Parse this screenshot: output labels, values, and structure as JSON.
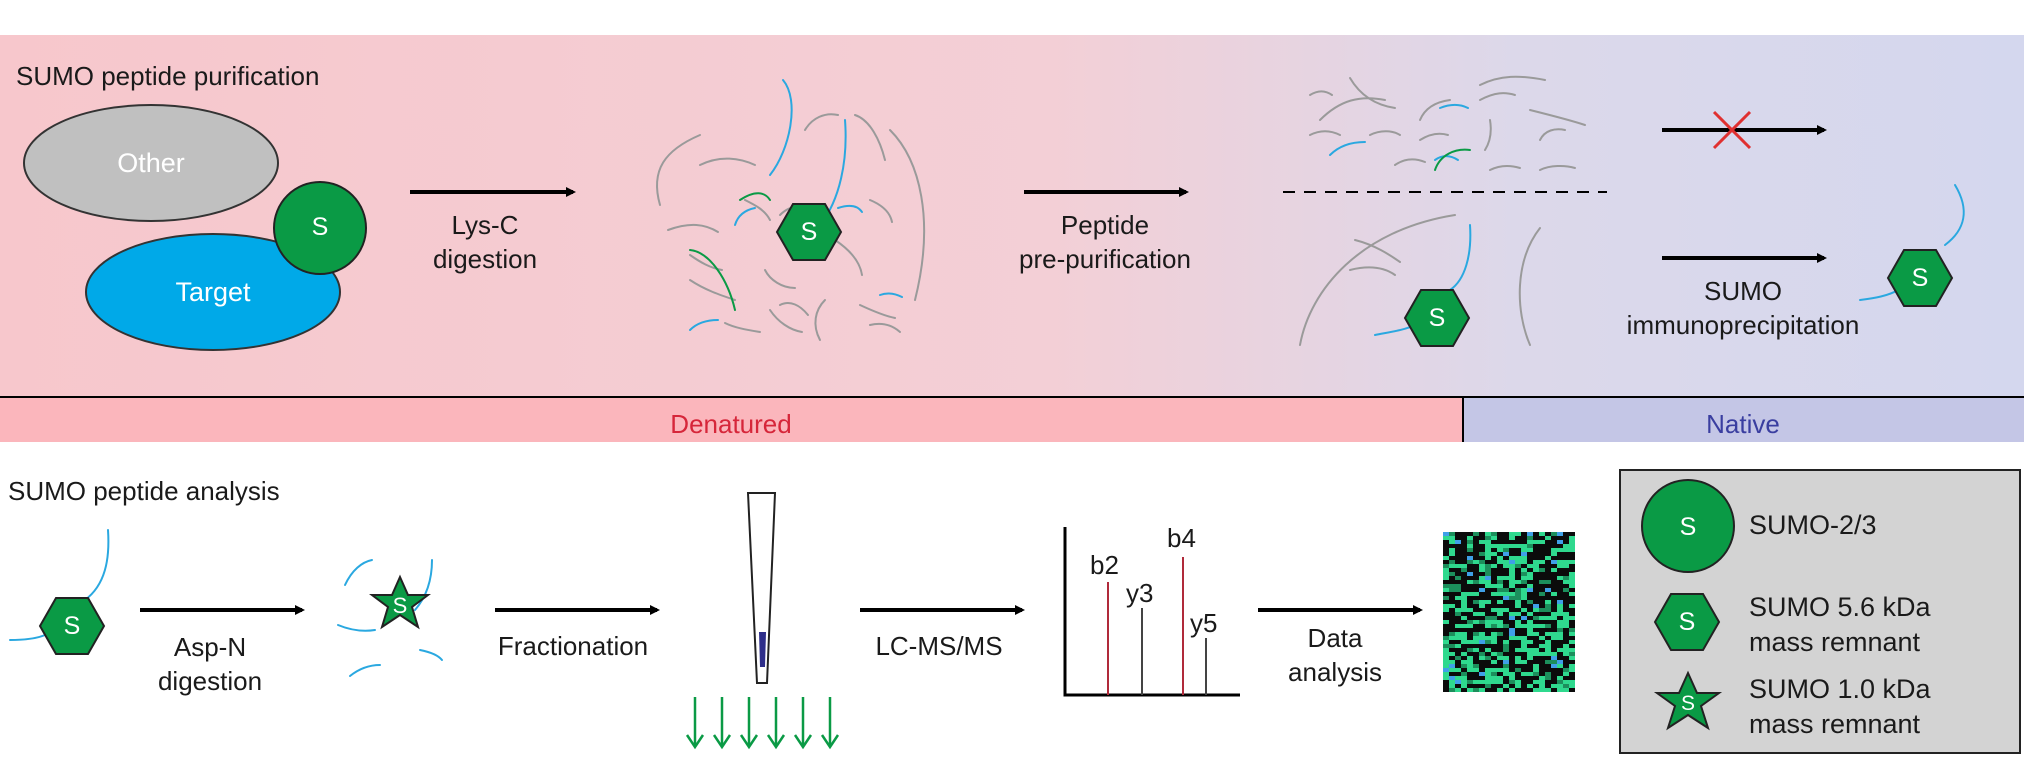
{
  "top_panel": {
    "title": "SUMO peptide purification",
    "other_label": "Other",
    "target_label": "Target",
    "s_glyph": "S",
    "step1_label": [
      "Lys-C",
      "digestion"
    ],
    "step2_label": [
      "Peptide",
      "pre-purification"
    ],
    "step3_label": [
      "SUMO",
      "immunoprecipitation"
    ]
  },
  "bands": {
    "denatured": "Denatured",
    "native": "Native"
  },
  "bottom_panel": {
    "title": "SUMO peptide analysis",
    "asp_label": [
      "Asp-N",
      "digestion"
    ],
    "fractionation_label": "Fractionation",
    "lcms_label": "LC-MS/MS",
    "data_analysis_label": [
      "Data",
      "analysis"
    ],
    "ms_peaks": {
      "b2": "b2",
      "y3": "y3",
      "b4": "b4",
      "y5": "y5"
    }
  },
  "legend": {
    "items": [
      {
        "symbol": "circle",
        "label": [
          "SUMO-2/3"
        ]
      },
      {
        "symbol": "hexagon",
        "label": [
          "SUMO 5.6 kDa",
          "mass remnant"
        ]
      },
      {
        "symbol": "star",
        "label": [
          "SUMO 1.0 kDa",
          "mass remnant"
        ]
      }
    ]
  },
  "colors": {
    "sumo_green": "#0a9a45",
    "target_blue": "#00a9e8",
    "other_gray": "#c0c0c0",
    "denatured_band": "#fbb6bc",
    "denatured_text": "#d6263a",
    "native_band": "#c4c6e6",
    "native_text": "#3a3ea0",
    "cross_red": "#e03030",
    "legend_bg": "#d3d3d3"
  }
}
